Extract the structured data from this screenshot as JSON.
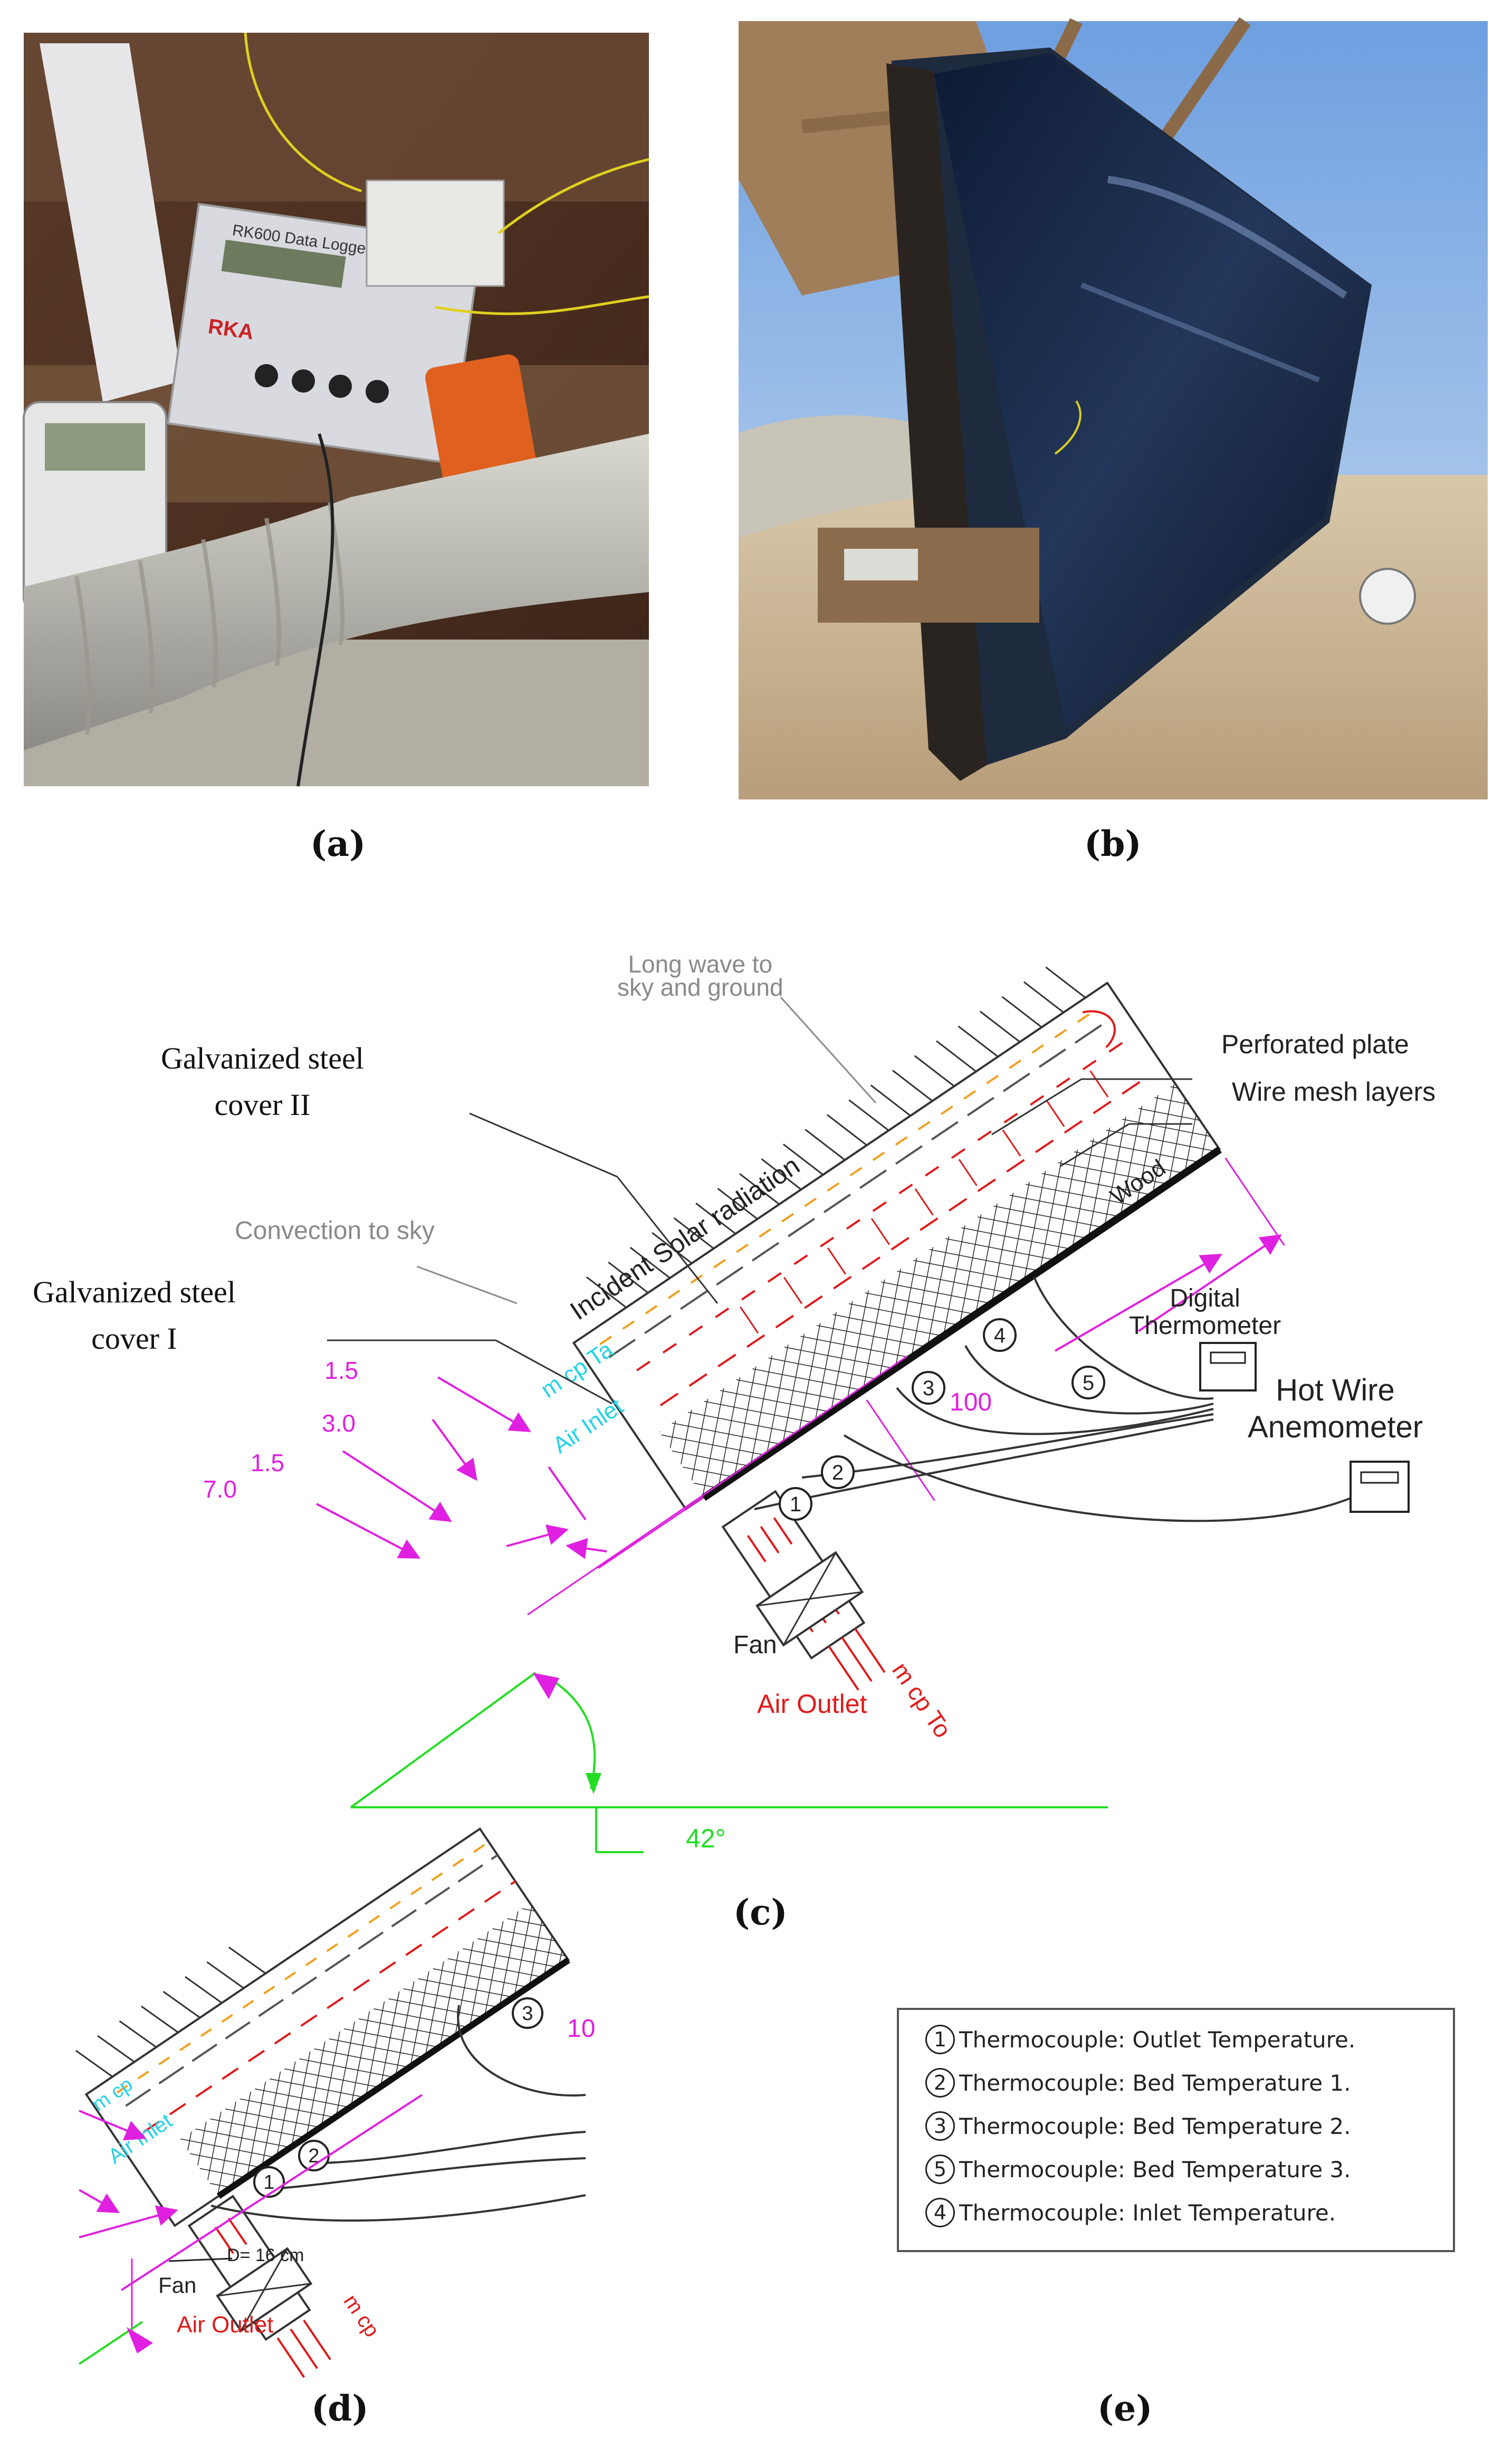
{
  "panels": {
    "a": {
      "caption": "(a)",
      "logger_label": "RK600 Data Logger",
      "brand_label": "RKA"
    },
    "b": {
      "caption": "(b)"
    },
    "c": {
      "caption": "(c)",
      "long_wave_line1": "Long wave to",
      "long_wave_line2": "sky and ground",
      "cover2_line1": "Galvanized steel",
      "cover2_line2": "cover II",
      "cover1_line1": "Galvanized steel",
      "cover1_line2": "cover I",
      "convection": "Convection to sky",
      "incident": "Incident Solar radiation",
      "perforated": "Perforated plate",
      "wire_mesh": "Wire mesh layers",
      "wood": "Wood",
      "digital_line1": "Digital",
      "digital_line2": "Thermometer",
      "hot_wire_line1": "Hot Wire",
      "hot_wire_line2": "Anemometer",
      "m_cp_ta": "m cp Ta",
      "air_inlet": "Air Inlet",
      "fan": "Fan",
      "air_outlet": "Air Outlet",
      "m_cp_to": "m cp To",
      "angle": "42°",
      "dim_1_5_a": "1.5",
      "dim_3_0": "3.0",
      "dim_1_5_b": "1.5",
      "dim_7_0": "7.0",
      "dim_100": "100",
      "tc_numbers": [
        "1",
        "2",
        "3",
        "4",
        "5"
      ]
    },
    "d": {
      "caption": "(d)",
      "m_cp": "m cp",
      "air_inlet": "Air Inlet",
      "diameter": "D= 16 cm",
      "fan": "Fan",
      "air_outlet": "Air Outlet",
      "m_cp_2": "m cp",
      "dim_10": "10",
      "tc_numbers": [
        "1",
        "2",
        "3"
      ]
    },
    "e": {
      "caption": "(e)",
      "legend": [
        {
          "num": "1",
          "text": "Thermocouple: Outlet Temperature."
        },
        {
          "num": "2",
          "text": "Thermocouple: Bed Temperature 1."
        },
        {
          "num": "3",
          "text": "Thermocouple: Bed Temperature 2."
        },
        {
          "num": "5",
          "text": "Thermocouple: Bed Temperature 3."
        },
        {
          "num": "4",
          "text": "Thermocouple: Inlet Temperature."
        }
      ]
    }
  },
  "colors": {
    "magenta": "#e020e0",
    "cyan": "#22d3e6",
    "red": "#e01a1a",
    "green": "#22dd22",
    "gray_text": "#8a8a8a",
    "orange": "#f0a020"
  }
}
